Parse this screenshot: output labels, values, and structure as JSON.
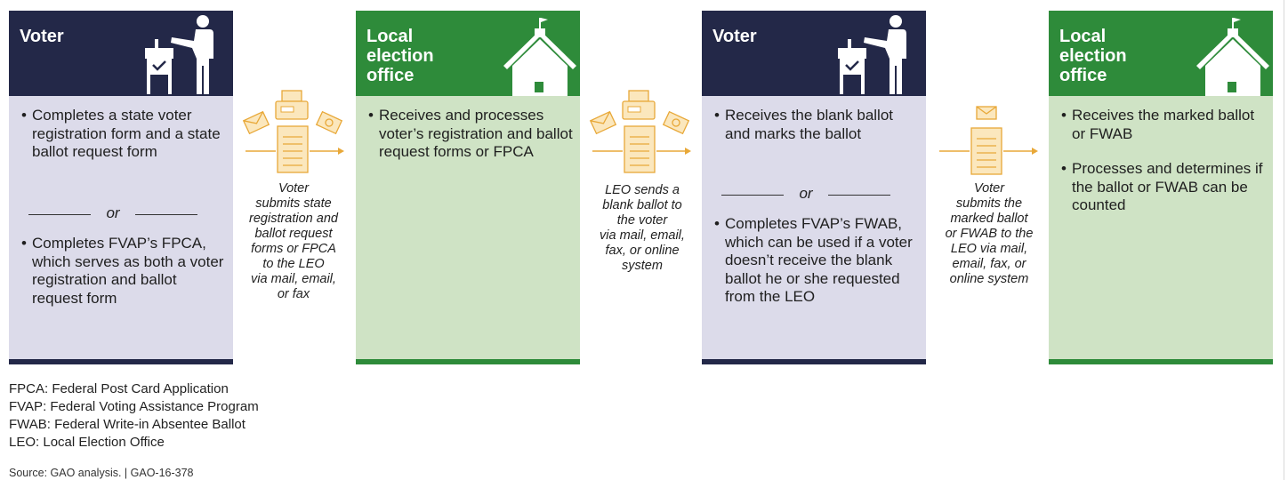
{
  "boxes": [
    {
      "title": "Voter",
      "icon": "voter-ballot-box-icon",
      "bullets": [
        "Completes a state voter registration form and a state ballot request form",
        "Completes FVAP’s FPCA, which serves as both a voter registration and ballot request form"
      ],
      "separator": "or"
    },
    {
      "title": "Local\nelection\noffice",
      "icon": "schoolhouse-icon",
      "bullets": [
        "Receives and processes voter’s registration and ballot request forms or FPCA"
      ]
    },
    {
      "title": "Voter",
      "icon": "voter-ballot-box-icon",
      "bullets": [
        "Receives the blank ballot and marks the ballot",
        "Completes FVAP’s FWAB, which can be used if a voter doesn’t receive the blank ballot he or she requested from the LEO"
      ],
      "separator": "or"
    },
    {
      "title": "Local\nelection\noffice",
      "icon": "schoolhouse-icon",
      "bullets": [
        "Receives the marked ballot or FWAB",
        "Processes and determines if the ballot or FWAB can be counted"
      ]
    }
  ],
  "connectors": [
    {
      "icons": [
        "envelope-icon",
        "fax-machine-icon",
        "email-at-icon",
        "document-icon",
        "arrow-right-icon"
      ],
      "text": "Voter\nsubmits state\nregistration and\nballot request\nforms or FPCA\nto the LEO\nvia mail, email,\nor fax"
    },
    {
      "icons": [
        "envelope-icon",
        "fax-machine-icon",
        "email-at-icon",
        "document-icon",
        "arrow-right-icon"
      ],
      "text": "LEO sends a\nblank ballot to\nthe voter\nvia mail, email,\nfax, or online\nsystem"
    },
    {
      "icons": [
        "envelope-icon",
        "document-icon",
        "arrow-right-icon"
      ],
      "text": "Voter\nsubmits the\nmarked ballot\nor FWAB to the\nLEO via mail,\nemail, fax, or\nonline system"
    }
  ],
  "legend": [
    "FPCA: Federal Post Card Application",
    "FVAP: Federal Voting Assistance Program",
    "FWAB: Federal Write-in Absentee Ballot",
    "LEO: Local Election Office"
  ],
  "source": "Source: GAO analysis.  |  GAO-16-378",
  "colors": {
    "voter_header": "#232848",
    "voter_body": "#dcdbea",
    "leo_header": "#2e8b3a",
    "leo_body": "#cfe3c5",
    "connector_accent": "#e8a838",
    "connector_fill": "#fbe7bd"
  }
}
